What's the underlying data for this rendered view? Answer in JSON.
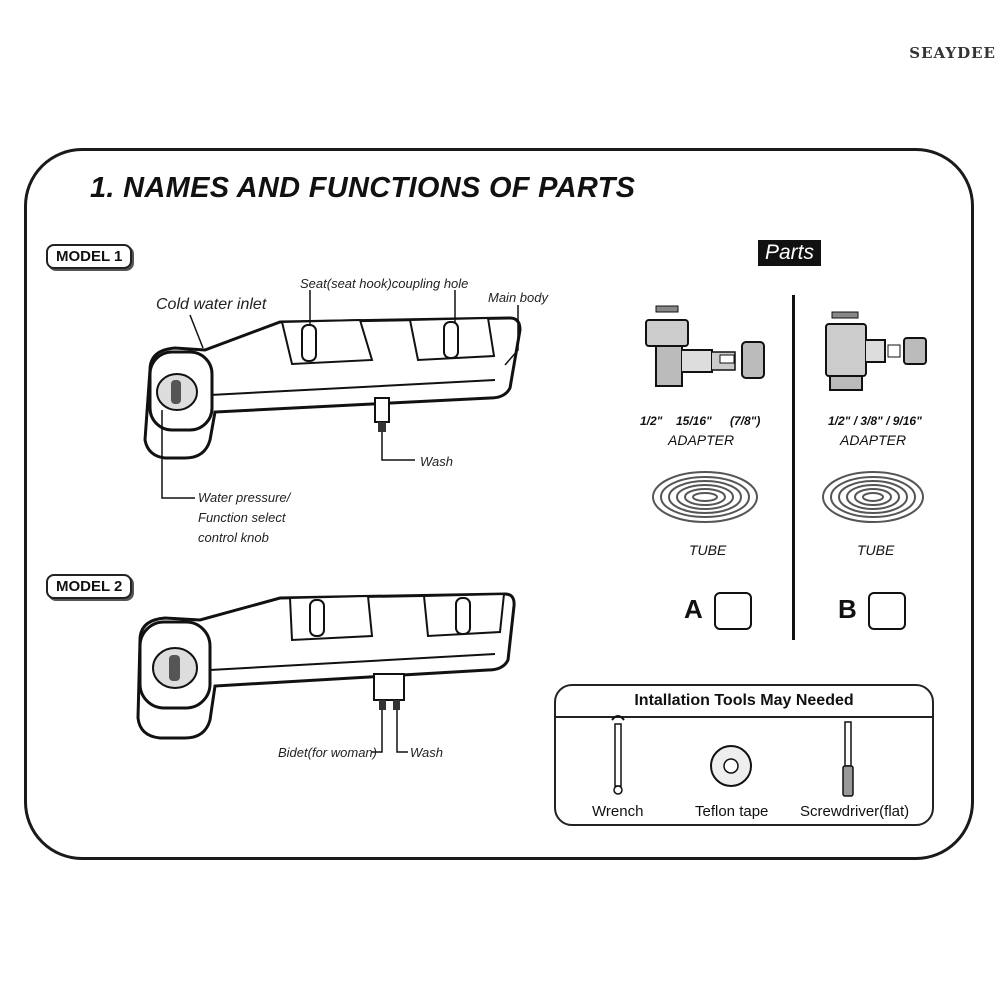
{
  "brand": "SEAYDEE",
  "title": "1. NAMES AND FUNCTIONS OF PARTS",
  "model1": {
    "tag": "MODEL 1",
    "labels": {
      "cold_water_inlet": "Cold water inlet",
      "seat_hole": "Seat(seat hook)coupling hole",
      "main_body": "Main body",
      "wash": "Wash",
      "knob_line1": "Water pressure/",
      "knob_line2": "Function select",
      "knob_line3": "control knob"
    }
  },
  "model2": {
    "tag": "MODEL 2",
    "labels": {
      "bidet": "Bidet(for woman)",
      "wash": "Wash"
    }
  },
  "parts": {
    "tag": "Parts",
    "option_a": {
      "spec_1": "1/2\"",
      "spec_2": "15/16\"",
      "spec_3": "(7/8\")",
      "adapter": "ADAPTER",
      "tube": "TUBE",
      "letter": "A"
    },
    "option_b": {
      "spec": "1/2\" / 3/8\" / 9/16\"",
      "adapter": "ADAPTER",
      "tube": "TUBE",
      "letter": "B"
    }
  },
  "tools": {
    "header": "Intallation Tools May Needed",
    "items": [
      "Wrench",
      "Teflon tape",
      "Screwdriver(flat)"
    ]
  }
}
